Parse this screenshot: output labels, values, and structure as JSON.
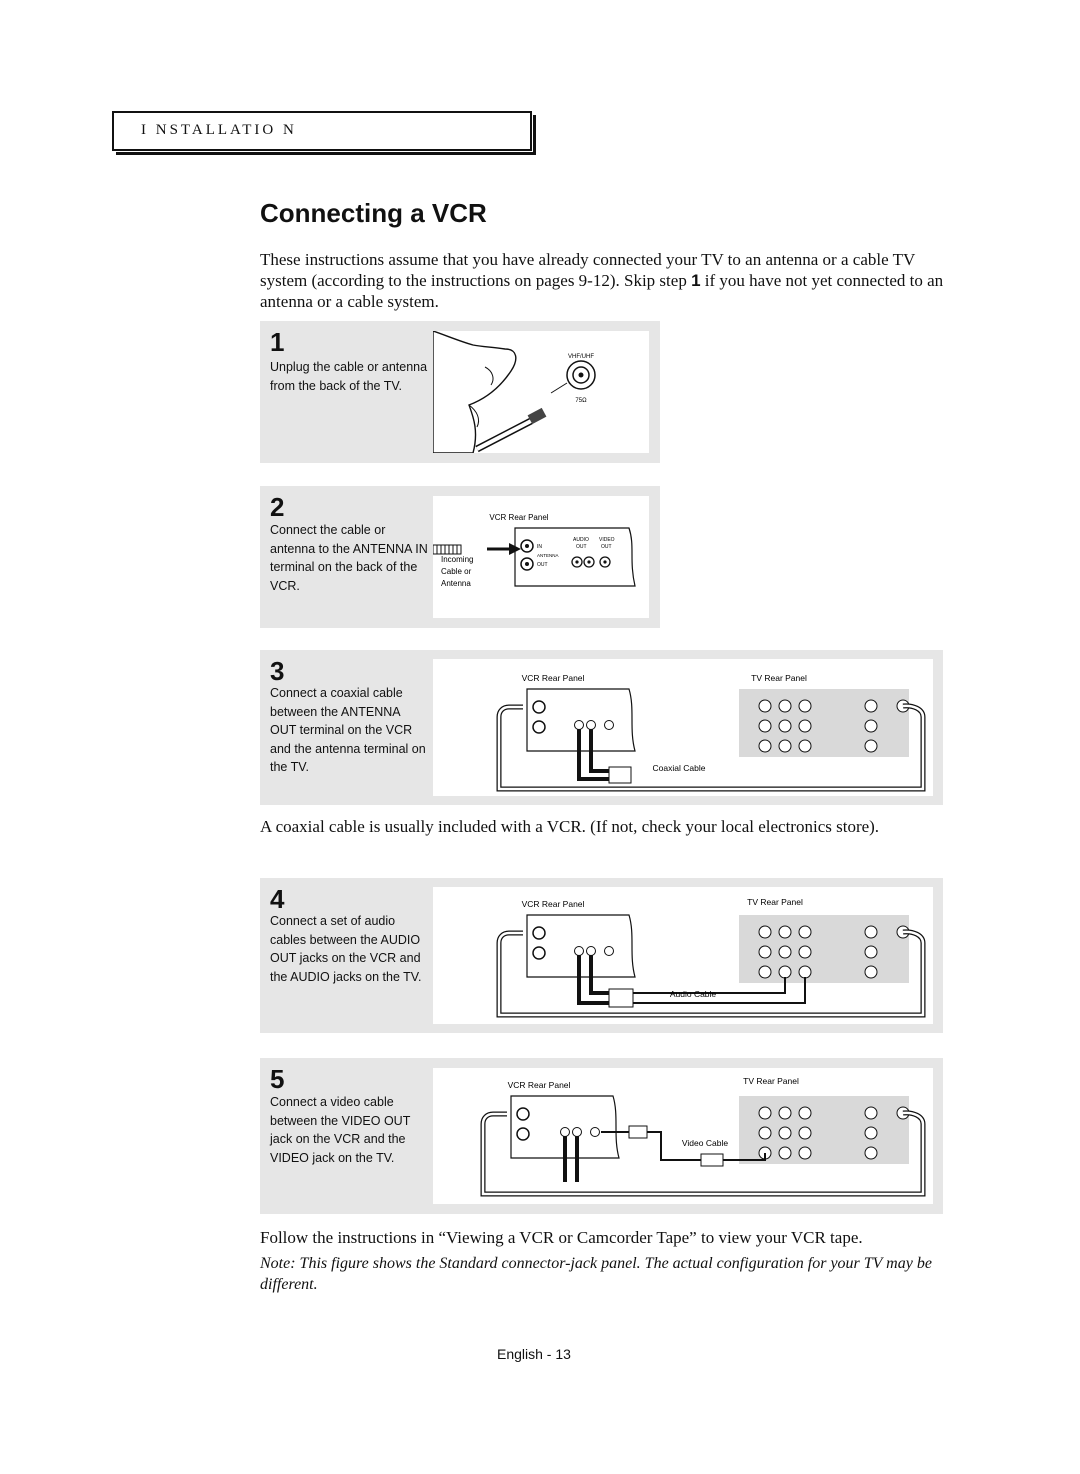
{
  "header": {
    "section": "I NSTALLATIO N"
  },
  "title": "Connecting a VCR",
  "intro": {
    "before": "These instructions assume that you have already connected your TV to an antenna or a cable TV system (according to the instructions on pages 9-12). Skip step ",
    "step_ref": "1",
    "after": " if you have not yet connected to an antenna or a cable system."
  },
  "steps": [
    {
      "number": "1",
      "text": "Unplug the cable or antenna from the back of the TV.",
      "labels": {
        "vhf": "VHF/UHF",
        "ohm": "75Ω"
      }
    },
    {
      "number": "2",
      "text": "Connect the cable or antenna to the ANTENNA IN terminal on the back of the VCR.",
      "labels": {
        "vcr_panel": "VCR Rear Panel",
        "incoming": "Incoming",
        "cable_or": "Cable or",
        "antenna": "Antenna",
        "in": "IN",
        "out": "OUT",
        "antenna_small": "ANTENNA",
        "audio": "AUDIO",
        "video": "VIDEO",
        "audio_out": "OUT",
        "video_out": "OUT"
      }
    },
    {
      "number": "3",
      "text": "Connect a coaxial cable between the ANTENNA OUT terminal on the VCR and the antenna terminal on the TV.",
      "labels": {
        "vcr_panel": "VCR Rear Panel",
        "tv_panel": "TV Rear Panel",
        "cable": "Coaxial Cable"
      }
    },
    {
      "number": "4",
      "text": "Connect a set of audio cables between the AUDIO OUT jacks on the VCR and the AUDIO jacks on the TV.",
      "labels": {
        "vcr_panel": "VCR Rear Panel",
        "tv_panel": "TV Rear Panel",
        "cable": "Audio Cable"
      }
    },
    {
      "number": "5",
      "text": "Connect a video cable between the VIDEO OUT jack on the VCR and the VIDEO jack on the TV.",
      "labels": {
        "vcr_panel": "VCR Rear Panel",
        "tv_panel": "TV Rear Panel",
        "cable": "Video Cable"
      }
    }
  ],
  "coax_note": "A coaxial cable is usually included with a VCR. (If not, check your local electronics store).",
  "follow": "Follow the instructions in “Viewing a VCR or Camcorder Tape” to view your VCR tape.",
  "note": "Note: This figure shows the Standard connector-jack panel. The actual configuration for your TV may be different.",
  "footer": "English - 13"
}
